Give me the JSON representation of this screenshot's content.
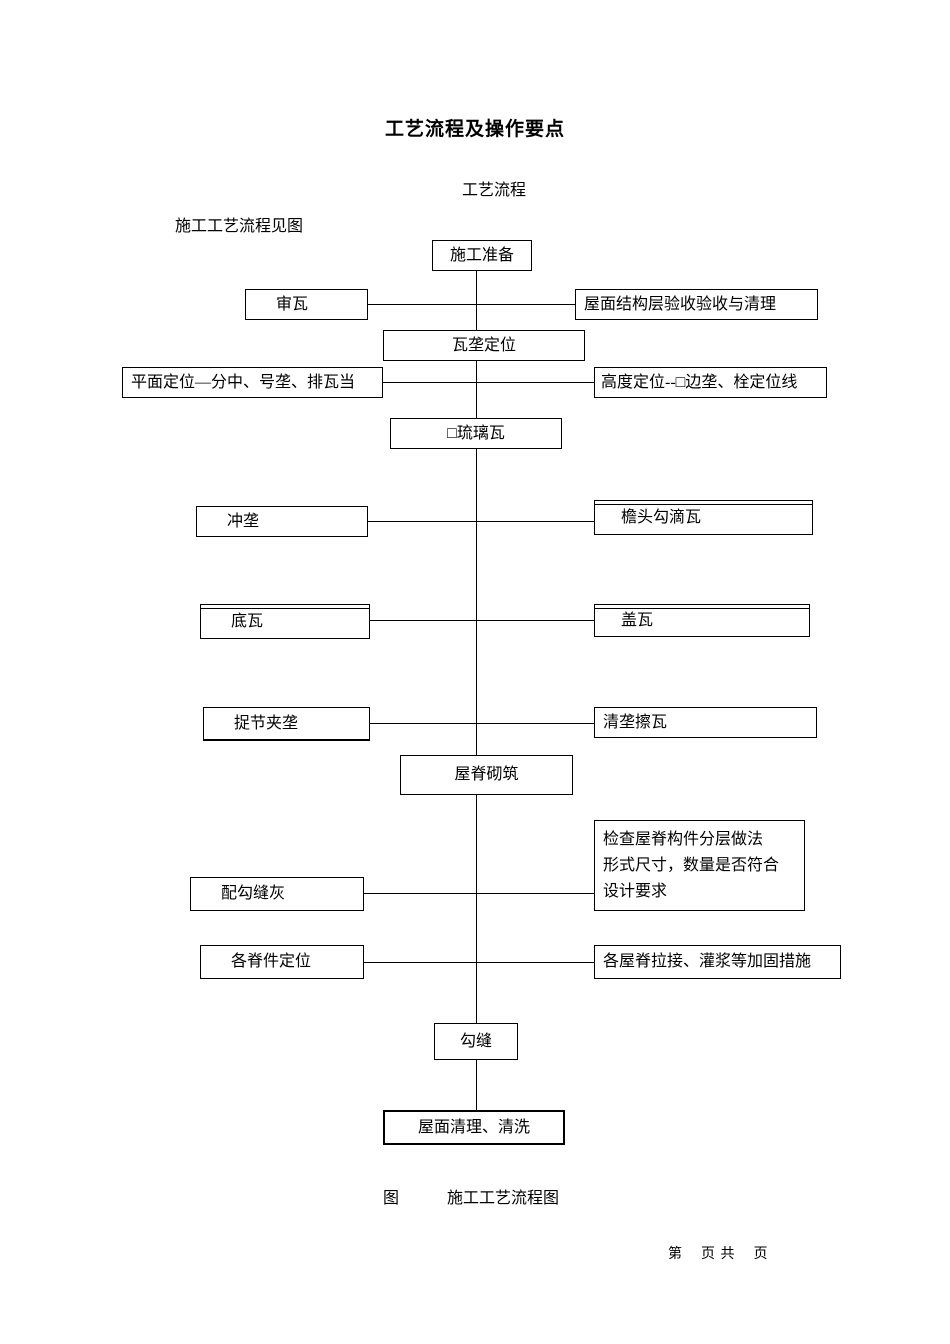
{
  "doc": {
    "title": "工艺流程及操作要点",
    "subtitle": "工艺流程",
    "intro": "施工工艺流程见图",
    "caption_label": "图",
    "caption_text": "施工工艺流程图",
    "footer": "第    页 共    页"
  },
  "flow": {
    "prep": "施工准备",
    "shenwa": "审瓦",
    "yanshou": "屋面结构层验收验收与清理",
    "walong": "瓦垄定位",
    "pingmian": "平面定位—分中、号垄、排瓦当",
    "gaodu": "高度定位--□边垄、栓定位线",
    "liuliwa": "□琉璃瓦",
    "chonglong": "冲垄",
    "yantou": "檐头勾滴瓦",
    "diwa": "底瓦",
    "gaiwa": "盖瓦",
    "zhuojie": "捉节夹垄",
    "qinglong": "清垄擦瓦",
    "wuji": "屋脊砌筑",
    "jiancha_lines": [
      "检查屋脊构件分层做法",
      "形式尺寸，数量是否符合",
      "设计要求"
    ],
    "peigou": "配勾缝灰",
    "gejijian": "各脊件定位",
    "lajie": "各屋脊拉接、灌浆等加固措施",
    "goufeng": "勾缝",
    "qingli": "屋面清理、清洗"
  }
}
